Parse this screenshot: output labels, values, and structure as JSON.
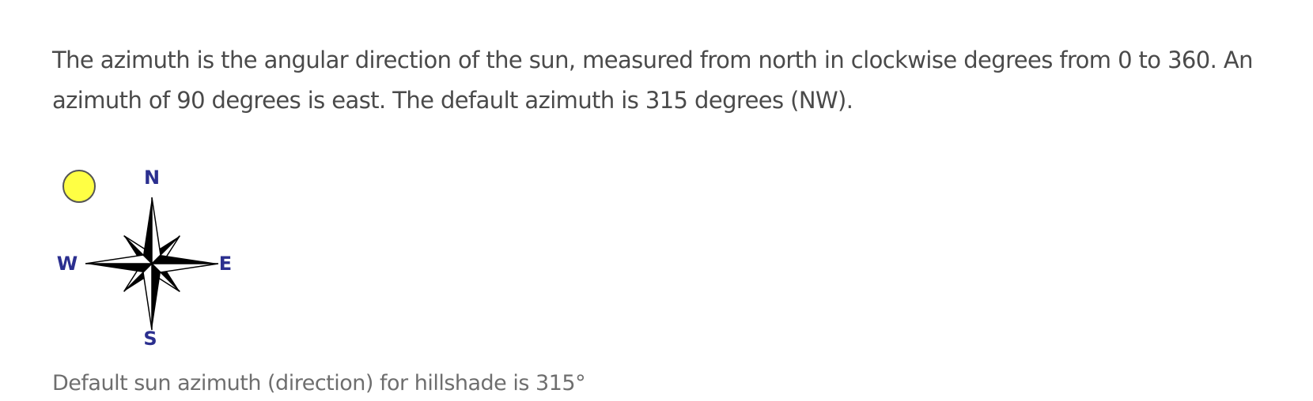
{
  "paragraph": "The azimuth is the angular direction of the sun, measured from north in clockwise degrees from 0 to 360. An azimuth of 90 degrees is east. The default azimuth is 315 degrees (NW).",
  "figure": {
    "north_label": "N",
    "south_label": "S",
    "east_label": "E",
    "west_label": "W",
    "sun_color": "#ffff44",
    "label_color": "#2b2f8f",
    "star_color": "#000000",
    "icon": "compass-rose-icon",
    "sun_icon": "sun-icon"
  },
  "caption": "Default sun azimuth (direction) for hillshade is 315°"
}
